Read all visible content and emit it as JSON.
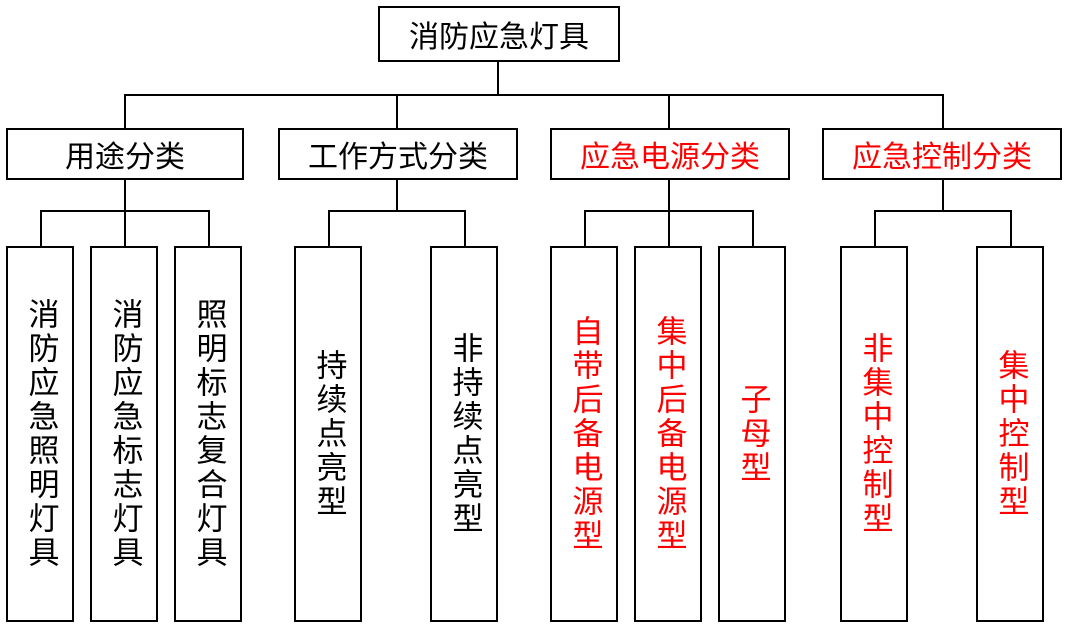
{
  "root": "消防应急灯具",
  "colors": {
    "default": "#000000",
    "highlight": "#ff0000"
  },
  "categories": [
    {
      "label": "用途分类",
      "highlight": false,
      "items": [
        "消防应急照明灯具",
        "消防应急标志灯具",
        "照明标志复合灯具"
      ]
    },
    {
      "label": "工作方式分类",
      "highlight": false,
      "items": [
        "持续点亮型",
        "非持续点亮型"
      ]
    },
    {
      "label": "应急电源分类",
      "highlight": true,
      "items": [
        "自带后备电源型",
        "集中后备电源型",
        "子母型"
      ]
    },
    {
      "label": "应急控制分类",
      "highlight": true,
      "items": [
        "非集中控制型",
        "集中控制型"
      ]
    }
  ]
}
